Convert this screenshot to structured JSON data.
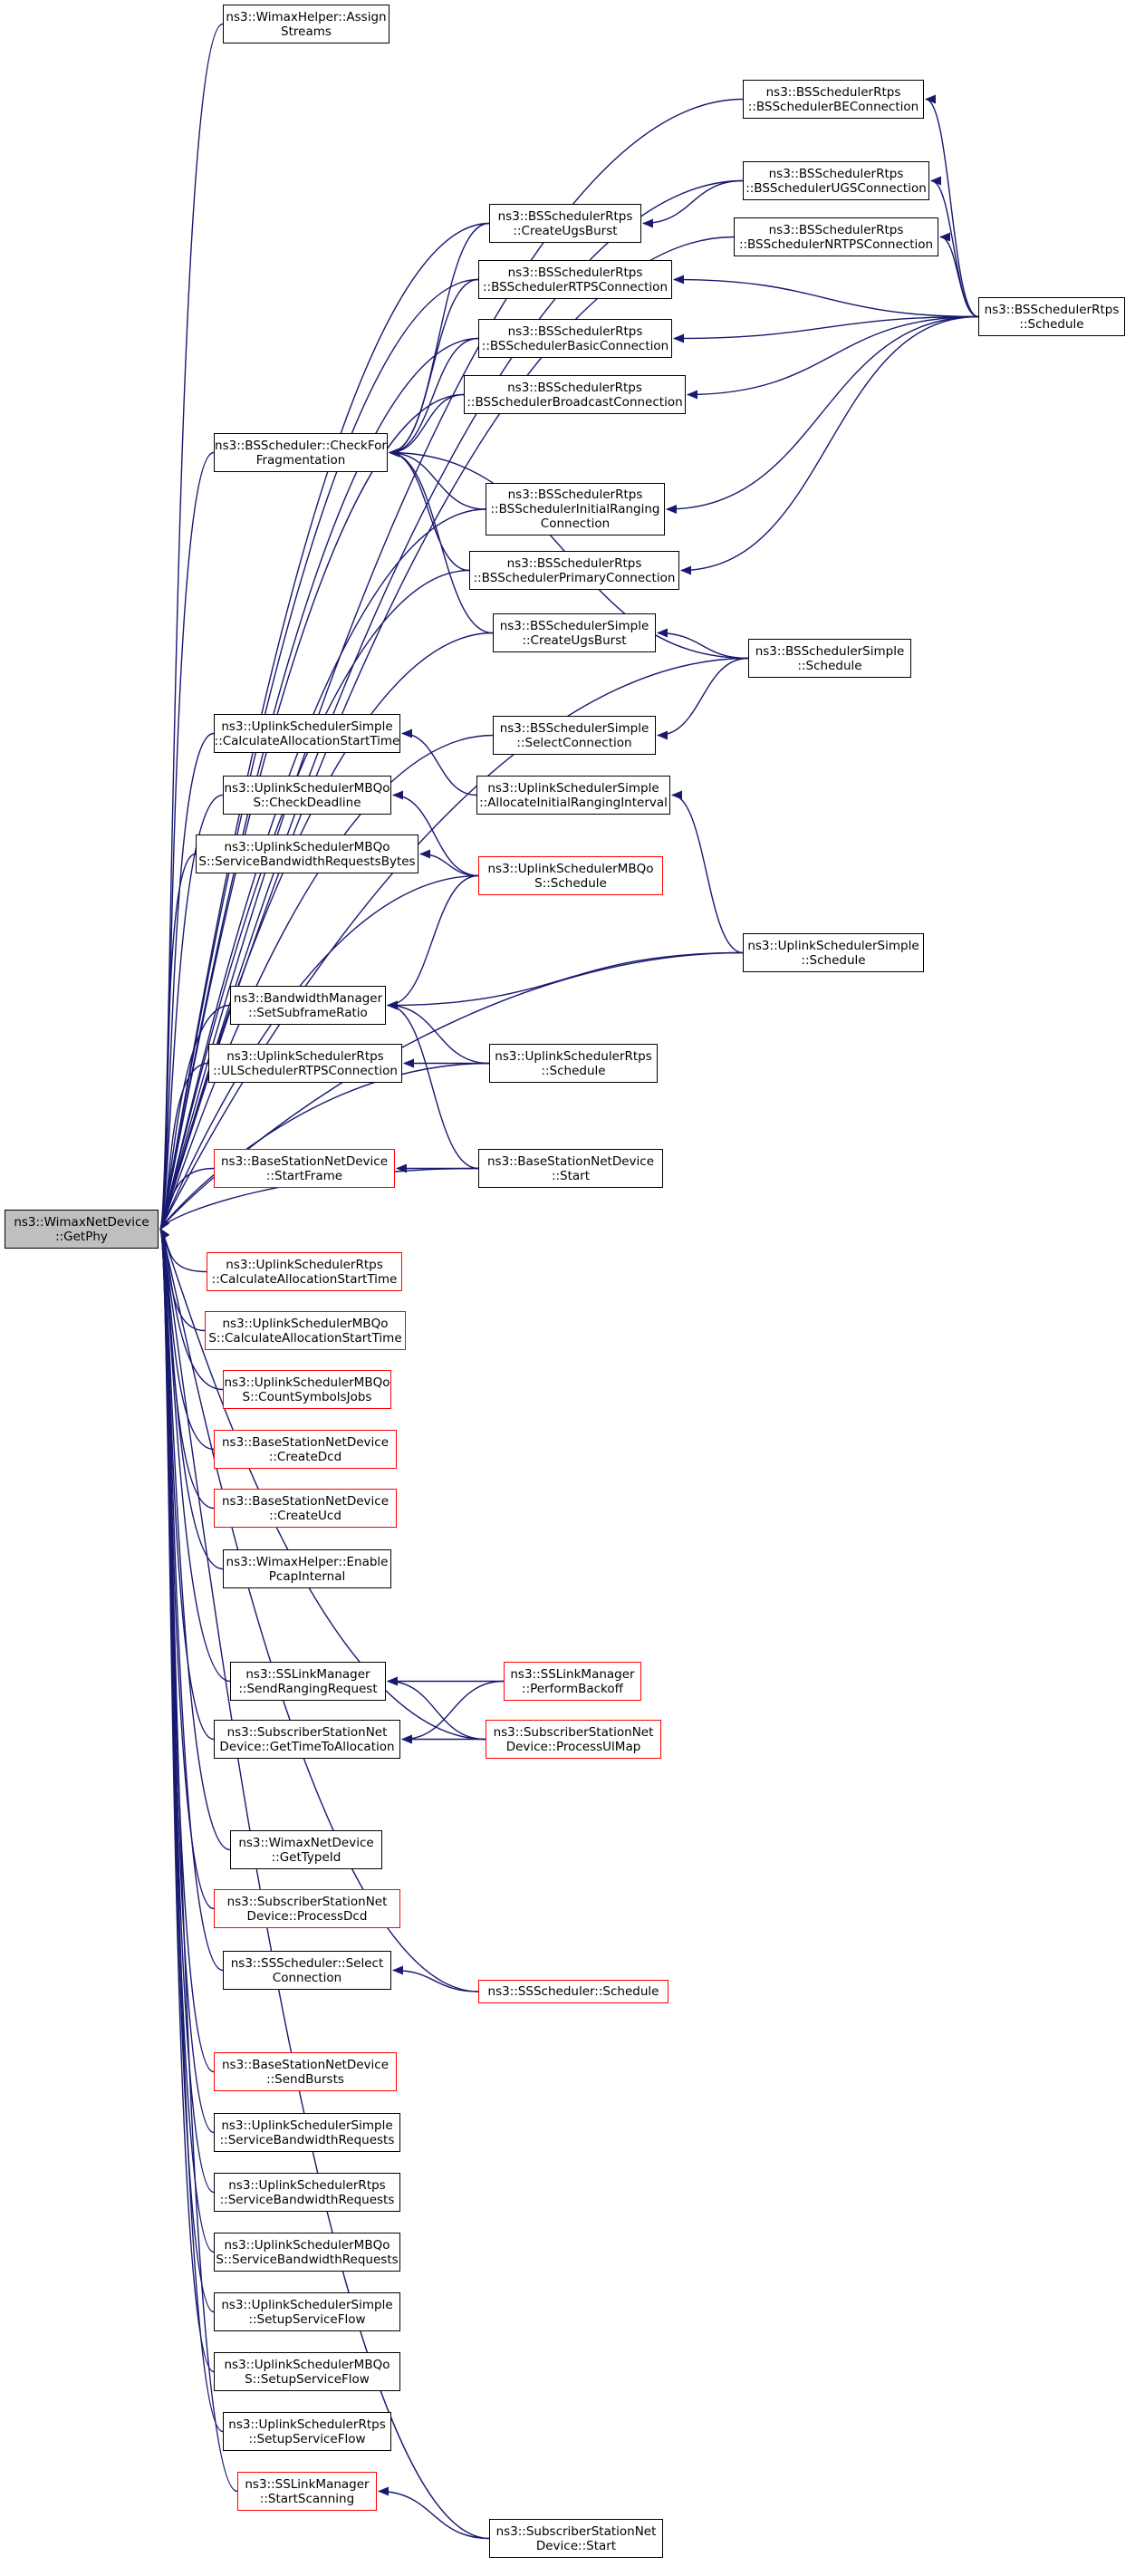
{
  "focus": "n0",
  "nodes": [
    {
      "id": "n0",
      "lines": [
        "ns3::WimaxNetDevice",
        "::GetPhy"
      ],
      "focus": true
    },
    {
      "id": "n1",
      "lines": [
        "ns3::WimaxHelper::Assign",
        "Streams"
      ]
    },
    {
      "id": "n2",
      "lines": [
        "ns3::BSSchedulerRtps",
        "::BSSchedulerBEConnection"
      ]
    },
    {
      "id": "n3",
      "lines": [
        "ns3::BSSchedulerRtps",
        "::BSSchedulerUGSConnection"
      ]
    },
    {
      "id": "n4",
      "lines": [
        "ns3::BSSchedulerRtps",
        "::CreateUgsBurst"
      ]
    },
    {
      "id": "n5",
      "lines": [
        "ns3::BSSchedulerRtps",
        "::BSSchedulerNRTPSConnection"
      ]
    },
    {
      "id": "n6",
      "lines": [
        "ns3::BSSchedulerRtps",
        "::BSSchedulerRTPSConnection"
      ]
    },
    {
      "id": "n7",
      "lines": [
        "ns3::BSSchedulerRtps",
        "::Schedule"
      ]
    },
    {
      "id": "n8",
      "lines": [
        "ns3::BSSchedulerRtps",
        "::BSSchedulerBasicConnection"
      ]
    },
    {
      "id": "n9",
      "lines": [
        "ns3::BSSchedulerRtps",
        "::BSSchedulerBroadcastConnection"
      ]
    },
    {
      "id": "n10",
      "lines": [
        "ns3::BSScheduler::CheckFor",
        "Fragmentation"
      ]
    },
    {
      "id": "n11",
      "lines": [
        "ns3::BSSchedulerRtps",
        "::BSSchedulerInitialRanging",
        "Connection"
      ]
    },
    {
      "id": "n12",
      "lines": [
        "ns3::BSSchedulerRtps",
        "::BSSchedulerPrimaryConnection"
      ]
    },
    {
      "id": "n13",
      "lines": [
        "ns3::BSSchedulerSimple",
        "::CreateUgsBurst"
      ]
    },
    {
      "id": "n14",
      "lines": [
        "ns3::BSSchedulerSimple",
        "::Schedule"
      ]
    },
    {
      "id": "n15",
      "lines": [
        "ns3::UplinkSchedulerSimple",
        "::CalculateAllocationStartTime"
      ]
    },
    {
      "id": "n16",
      "lines": [
        "ns3::BSSchedulerSimple",
        "::SelectConnection"
      ]
    },
    {
      "id": "n17",
      "lines": [
        "ns3::UplinkSchedulerMBQo",
        "S::CheckDeadline"
      ]
    },
    {
      "id": "n18",
      "lines": [
        "ns3::UplinkSchedulerSimple",
        "::AllocateInitialRangingInterval"
      ]
    },
    {
      "id": "n19",
      "lines": [
        "ns3::UplinkSchedulerMBQo",
        "S::ServiceBandwidthRequestsBytes"
      ]
    },
    {
      "id": "n20",
      "lines": [
        "ns3::UplinkSchedulerMBQo",
        "S::Schedule"
      ],
      "red": true
    },
    {
      "id": "n21",
      "lines": [
        "ns3::UplinkSchedulerSimple",
        "::Schedule"
      ]
    },
    {
      "id": "n22",
      "lines": [
        "ns3::BandwidthManager",
        "::SetSubframeRatio"
      ]
    },
    {
      "id": "n23",
      "lines": [
        "ns3::UplinkSchedulerRtps",
        "::ULSchedulerRTPSConnection"
      ]
    },
    {
      "id": "n24",
      "lines": [
        "ns3::UplinkSchedulerRtps",
        "::Schedule"
      ]
    },
    {
      "id": "n25",
      "lines": [
        "ns3::BaseStationNetDevice",
        "::StartFrame"
      ],
      "red": true
    },
    {
      "id": "n26",
      "lines": [
        "ns3::BaseStationNetDevice",
        "::Start"
      ]
    },
    {
      "id": "n27",
      "lines": [
        "ns3::UplinkSchedulerRtps",
        "::CalculateAllocationStartTime"
      ],
      "red": true
    },
    {
      "id": "n28",
      "lines": [
        "ns3::UplinkSchedulerMBQo",
        "S::CalculateAllocationStartTime"
      ],
      "red": true
    },
    {
      "id": "n29",
      "lines": [
        "ns3::UplinkSchedulerMBQo",
        "S::CountSymbolsJobs"
      ],
      "red": true
    },
    {
      "id": "n30",
      "lines": [
        "ns3::BaseStationNetDevice",
        "::CreateDcd"
      ],
      "red": true
    },
    {
      "id": "n31",
      "lines": [
        "ns3::BaseStationNetDevice",
        "::CreateUcd"
      ],
      "red": true
    },
    {
      "id": "n32",
      "lines": [
        "ns3::WimaxHelper::Enable",
        "PcapInternal"
      ]
    },
    {
      "id": "n33",
      "lines": [
        "ns3::SSLinkManager",
        "::SendRangingRequest"
      ]
    },
    {
      "id": "n34",
      "lines": [
        "ns3::SSLinkManager",
        "::PerformBackoff"
      ],
      "red": true
    },
    {
      "id": "n35",
      "lines": [
        "ns3::SubscriberStationNet",
        "Device::GetTimeToAllocation"
      ]
    },
    {
      "id": "n36",
      "lines": [
        "ns3::SubscriberStationNet",
        "Device::ProcessUlMap"
      ],
      "red": true
    },
    {
      "id": "n37",
      "lines": [
        "ns3::WimaxNetDevice",
        "::GetTypeId"
      ]
    },
    {
      "id": "n38",
      "lines": [
        "ns3::SubscriberStationNet",
        "Device::ProcessDcd"
      ],
      "red": true
    },
    {
      "id": "n39",
      "lines": [
        "ns3::SSScheduler::Select",
        "Connection"
      ]
    },
    {
      "id": "n40",
      "lines": [
        "ns3::SSScheduler::Schedule"
      ],
      "red": true
    },
    {
      "id": "n41",
      "lines": [
        "ns3::BaseStationNetDevice",
        "::SendBursts"
      ],
      "red": true
    },
    {
      "id": "n42",
      "lines": [
        "ns3::UplinkSchedulerSimple",
        "::ServiceBandwidthRequests"
      ]
    },
    {
      "id": "n43",
      "lines": [
        "ns3::UplinkSchedulerRtps",
        "::ServiceBandwidthRequests"
      ]
    },
    {
      "id": "n44",
      "lines": [
        "ns3::UplinkSchedulerMBQo",
        "S::ServiceBandwidthRequests"
      ]
    },
    {
      "id": "n45",
      "lines": [
        "ns3::UplinkSchedulerSimple",
        "::SetupServiceFlow"
      ]
    },
    {
      "id": "n46",
      "lines": [
        "ns3::UplinkSchedulerMBQo",
        "S::SetupServiceFlow"
      ]
    },
    {
      "id": "n47",
      "lines": [
        "ns3::UplinkSchedulerRtps",
        "::SetupServiceFlow"
      ]
    },
    {
      "id": "n48",
      "lines": [
        "ns3::SSLinkManager",
        "::StartScanning"
      ],
      "red": true
    },
    {
      "id": "n49",
      "lines": [
        "ns3::SubscriberStationNet",
        "Device::Start"
      ]
    }
  ],
  "edges": [
    [
      "n1",
      "n0"
    ],
    [
      "n2",
      "n0"
    ],
    [
      "n3",
      "n0"
    ],
    [
      "n4",
      "n0"
    ],
    [
      "n5",
      "n0"
    ],
    [
      "n6",
      "n0"
    ],
    [
      "n8",
      "n0"
    ],
    [
      "n9",
      "n0"
    ],
    [
      "n10",
      "n0"
    ],
    [
      "n11",
      "n0"
    ],
    [
      "n12",
      "n0"
    ],
    [
      "n13",
      "n0"
    ],
    [
      "n14",
      "n0"
    ],
    [
      "n15",
      "n0"
    ],
    [
      "n16",
      "n0"
    ],
    [
      "n17",
      "n0"
    ],
    [
      "n19",
      "n0"
    ],
    [
      "n20",
      "n0"
    ],
    [
      "n21",
      "n0"
    ],
    [
      "n22",
      "n0"
    ],
    [
      "n23",
      "n0"
    ],
    [
      "n24",
      "n0"
    ],
    [
      "n25",
      "n0"
    ],
    [
      "n26",
      "n0"
    ],
    [
      "n27",
      "n0"
    ],
    [
      "n28",
      "n0"
    ],
    [
      "n29",
      "n0"
    ],
    [
      "n30",
      "n0"
    ],
    [
      "n31",
      "n0"
    ],
    [
      "n32",
      "n0"
    ],
    [
      "n33",
      "n0"
    ],
    [
      "n35",
      "n0"
    ],
    [
      "n36",
      "n0"
    ],
    [
      "n37",
      "n0"
    ],
    [
      "n38",
      "n0"
    ],
    [
      "n39",
      "n0"
    ],
    [
      "n40",
      "n0"
    ],
    [
      "n41",
      "n0"
    ],
    [
      "n42",
      "n0"
    ],
    [
      "n43",
      "n0"
    ],
    [
      "n44",
      "n0"
    ],
    [
      "n45",
      "n0"
    ],
    [
      "n46",
      "n0"
    ],
    [
      "n47",
      "n0"
    ],
    [
      "n48",
      "n0"
    ],
    [
      "n49",
      "n0"
    ],
    [
      "n7",
      "n2"
    ],
    [
      "n7",
      "n3"
    ],
    [
      "n3",
      "n4"
    ],
    [
      "n7",
      "n5"
    ],
    [
      "n7",
      "n6"
    ],
    [
      "n7",
      "n8"
    ],
    [
      "n7",
      "n9"
    ],
    [
      "n7",
      "n11"
    ],
    [
      "n7",
      "n12"
    ],
    [
      "n4",
      "n10"
    ],
    [
      "n6",
      "n10"
    ],
    [
      "n8",
      "n10"
    ],
    [
      "n9",
      "n10"
    ],
    [
      "n11",
      "n10"
    ],
    [
      "n12",
      "n10"
    ],
    [
      "n13",
      "n10"
    ],
    [
      "n14",
      "n10"
    ],
    [
      "n14",
      "n13"
    ],
    [
      "n14",
      "n16"
    ],
    [
      "n18",
      "n15"
    ],
    [
      "n21",
      "n18"
    ],
    [
      "n20",
      "n17"
    ],
    [
      "n20",
      "n19"
    ],
    [
      "n20",
      "n22"
    ],
    [
      "n21",
      "n22"
    ],
    [
      "n24",
      "n22"
    ],
    [
      "n26",
      "n22"
    ],
    [
      "n24",
      "n23"
    ],
    [
      "n26",
      "n25"
    ],
    [
      "n34",
      "n33"
    ],
    [
      "n36",
      "n33"
    ],
    [
      "n34",
      "n35"
    ],
    [
      "n36",
      "n35"
    ],
    [
      "n40",
      "n39"
    ],
    [
      "n49",
      "n48"
    ]
  ]
}
